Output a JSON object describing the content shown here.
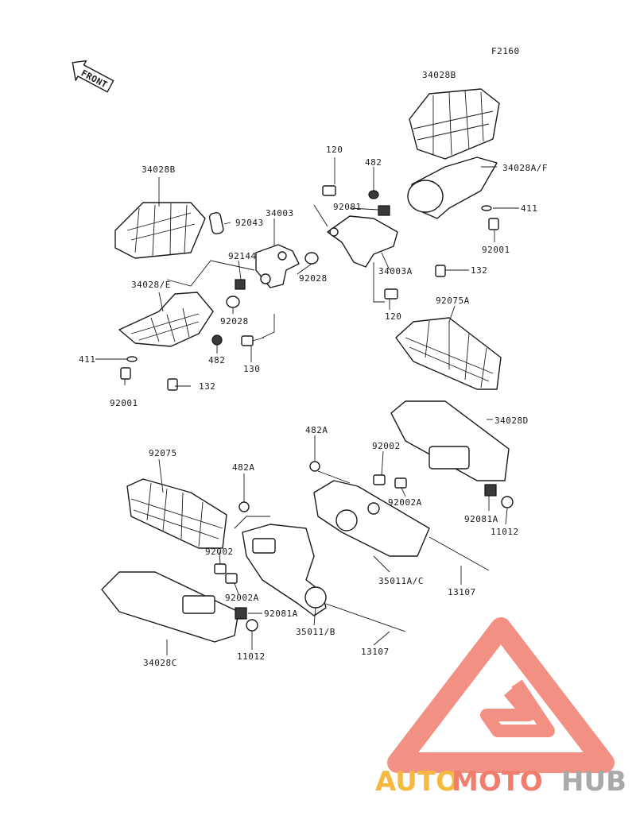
{
  "figure_code": "F2160",
  "front_label": "FRONT",
  "parts": [
    "34028B",
    "92043",
    "34003",
    "92144",
    "92028",
    "34028/E",
    "92028",
    "482",
    "411",
    "132",
    "92001",
    "130",
    "34028B",
    "120",
    "482",
    "92081",
    "34028A/F",
    "411",
    "92001",
    "34003A",
    "132",
    "120",
    "92075A",
    "34028D",
    "482A",
    "92002",
    "92002A",
    "92081A",
    "11012",
    "92075",
    "482A",
    "92002",
    "92002A",
    "92081A",
    "35011A/C",
    "13107",
    "35011/B",
    "13107",
    "34028C",
    "11012"
  ],
  "watermark": {
    "part1": "AUTO",
    "part2": "MOTO",
    "part3": "HUB",
    "colors": {
      "orange": "#f5b942",
      "red": "#f07e6e",
      "gray": "#a9a9a9",
      "triangle": "#f07e6e"
    }
  }
}
